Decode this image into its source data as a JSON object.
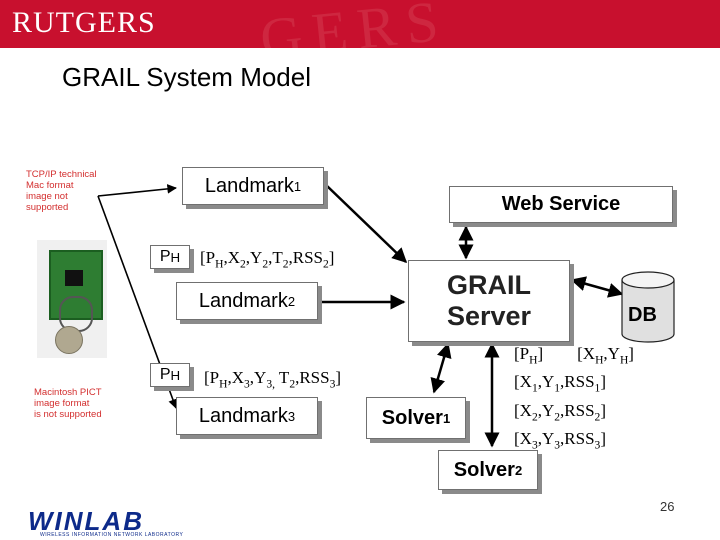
{
  "header": {
    "logo_text": "RUTGERS",
    "slide_title": "GRAIL System Model",
    "page_number": "26"
  },
  "nodes": {
    "landmark1": {
      "label": "Landmark",
      "sub": "1"
    },
    "landmark2": {
      "label": "Landmark",
      "sub": "2"
    },
    "landmark3": {
      "label": "Landmark",
      "sub": "3"
    },
    "web_service": "Web Service",
    "grail_server": {
      "line1": "GRAIL",
      "line2": "Server"
    },
    "db": "DB",
    "solver1": {
      "label": "Solver",
      "sub": "1"
    },
    "solver2": {
      "label": "Solver",
      "sub": "2"
    },
    "ph1": {
      "label": "P",
      "sub": "H"
    },
    "ph2": {
      "label": "P",
      "sub": "H"
    }
  },
  "messages": {
    "msg1": "[PH,X2,Y2,T2,RSS2]",
    "msg2": "[PH,X3,Y3, T2,RSS3]",
    "results": [
      "[PH]",
      "[XH,YH]",
      "[X1,Y1,RSS1]",
      "[X2,Y2,RSS2]",
      "[X3,Y3,RSS3]"
    ]
  },
  "placeholders": {
    "top": "TCP/IP technical Mac format image not supported",
    "bottom": [
      "Macintosh PICT",
      "image format",
      "is not supported"
    ]
  },
  "footer": {
    "logo_text": "WINLAB",
    "logo_subtext": "WIRELESS INFORMATION NETWORK LABORATORY"
  }
}
